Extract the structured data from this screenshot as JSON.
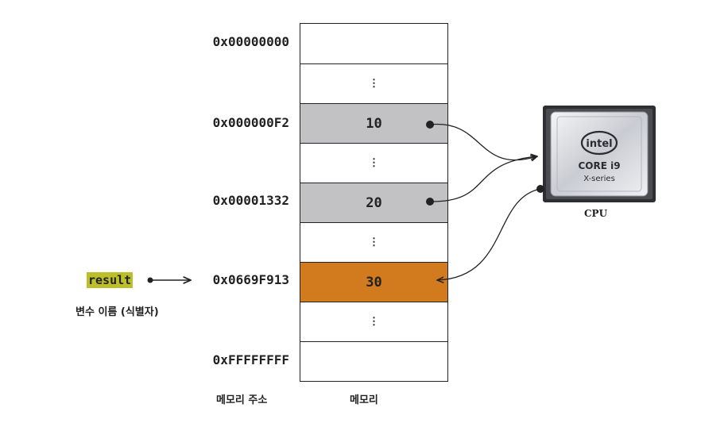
{
  "addresses": {
    "a0": "0x00000000",
    "a1": "0x000000F2",
    "a2": "0x00001332",
    "a3": "0x0669F913",
    "a4": "0xFFFFFFFF"
  },
  "memory": {
    "ellipsis": "⋮",
    "value_1": "10",
    "value_2": "20",
    "value_3": "30"
  },
  "variable": {
    "name": "result",
    "caption": "변수 이름 (식별자)"
  },
  "captions": {
    "address_column": "메모리 주소",
    "memory_column": "메모리"
  },
  "cpu": {
    "brand": "intel",
    "model": "CORE i9",
    "series": "X-series",
    "label": "CPU"
  },
  "colors": {
    "highlight_gray": "#c2c2c4",
    "highlight_orange": "#d27b1e",
    "variable_highlight": "#bcbf2a"
  }
}
